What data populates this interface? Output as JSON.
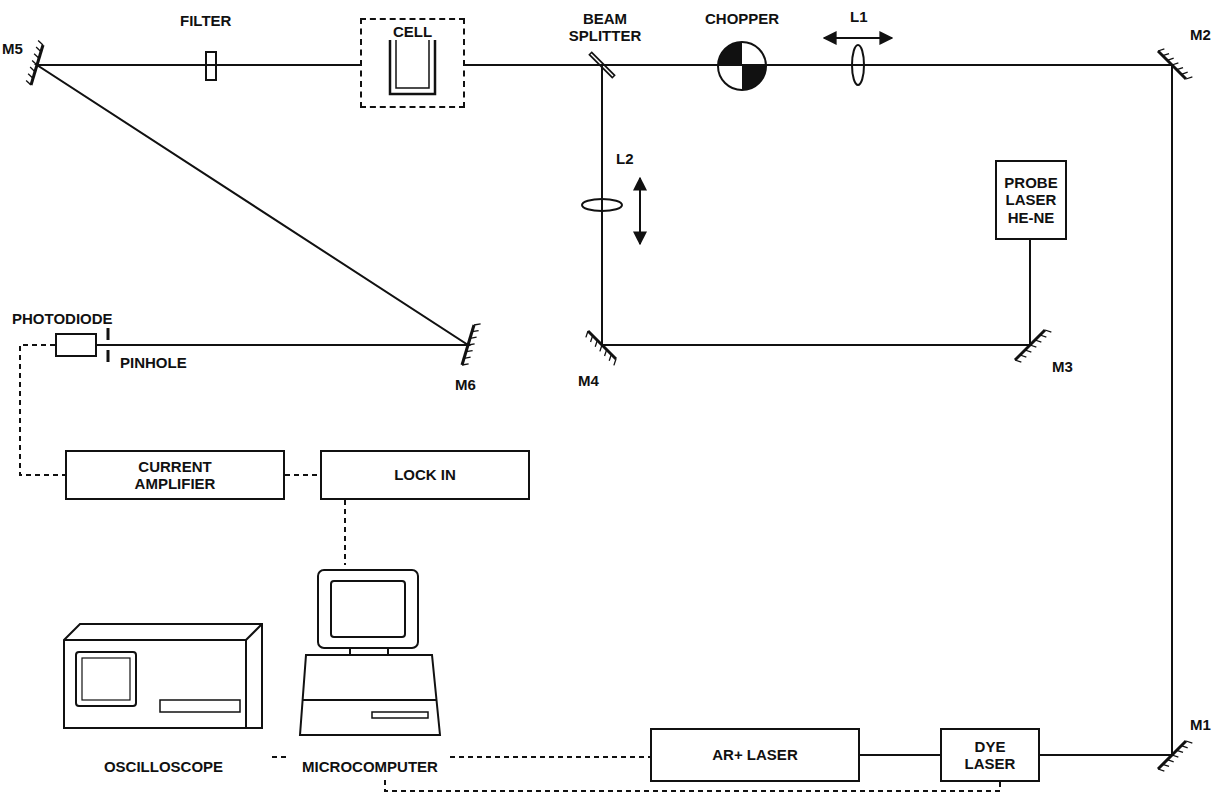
{
  "diagram": {
    "nodes": [
      {
        "text": [
          "CELL"
        ]
      },
      {
        "text": [
          "PROBE LASER HE-NE"
        ]
      },
      {
        "text": [
          "PHOTODIODE"
        ]
      },
      {
        "text": [
          "CURRENT AMPLIFIER"
        ]
      },
      {
        "text": [
          "LOCK IN"
        ]
      },
      {
        "text": [
          "OSCILLOSCOPE"
        ]
      },
      {
        "text": [
          "MICROCOMPUTER"
        ]
      },
      {
        "text": [
          "AR+ LASER"
        ]
      },
      {
        "text": [
          "DYE LASER"
        ]
      }
    ],
    "edges": [
      {
        "from": 8,
        "to": 0,
        "arrow": "none"
      },
      {
        "from": 1,
        "to": 0,
        "arrow": "none"
      },
      {
        "from": 0,
        "to": 2,
        "arrow": "none"
      },
      {
        "from": 2,
        "to": 3,
        "arrow": "none"
      },
      {
        "from": 3,
        "to": 4,
        "arrow": "none"
      },
      {
        "from": 4,
        "to": 6,
        "arrow": "none"
      },
      {
        "from": 5,
        "to": 6,
        "arrow": "none"
      },
      {
        "from": 6,
        "to": 7,
        "arrow": "none"
      },
      {
        "from": 7,
        "to": 8,
        "arrow": "none"
      },
      {
        "from": 8,
        "to": 6,
        "arrow": "none"
      }
    ],
    "labels": [
      "M5",
      "FILTER",
      "BEAM SPLITTER",
      "CHOPPER",
      "L1",
      "M2",
      "L2",
      "M4",
      "M3",
      "PINHOLE",
      "M6",
      "M1"
    ]
  }
}
